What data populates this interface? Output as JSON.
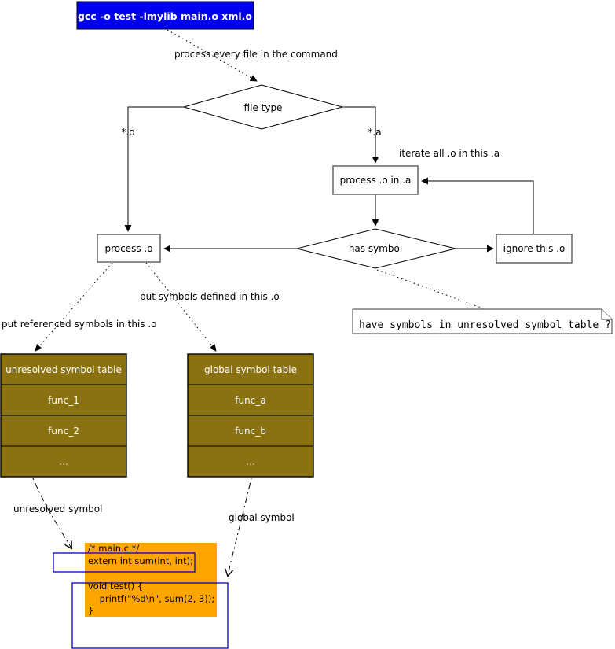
{
  "command": {
    "label": "gcc -o test -lmylib main.o xml.o"
  },
  "edge_labels": {
    "process_every_file": "process every file in the command",
    "o_files": "*.o",
    "a_files": "*.a",
    "iterate": "iterate all .o in this .a",
    "put_referenced": "put referenced symbols in this .o",
    "put_defined": "put symbols defined in this .o",
    "unresolved_symbol": "unresolved symbol",
    "global_symbol": "global symbol"
  },
  "nodes": {
    "file_type": "file type",
    "process_o_in_a": "process .o in .a",
    "has_symbol": "has symbol",
    "ignore_this_o": "ignore this .o",
    "process_o": "process .o",
    "note": "have symbols in unresolved symbol table ?"
  },
  "tables": {
    "unresolved": {
      "title": "unresolved symbol table",
      "rows": [
        "func_1",
        "func_2",
        "..."
      ]
    },
    "global": {
      "title": "global symbol table",
      "rows": [
        "func_a",
        "func_b",
        "..."
      ]
    }
  },
  "code": {
    "lines": [
      "/* main.c */",
      "extern int sum(int, int);",
      "",
      "void test() {",
      "    printf(\"%d\\n\", sum(2, 3));",
      "}"
    ]
  },
  "colors": {
    "command_fill": "#0000ee",
    "table_fill": "#8a7112",
    "code_fill": "#ffa500",
    "highlight_stroke": "#0000cc"
  }
}
